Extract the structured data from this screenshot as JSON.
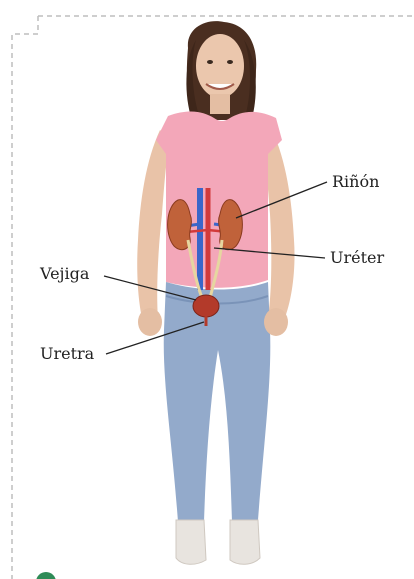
{
  "labels": {
    "kidney": "Riñón",
    "ureter": "Uréter",
    "bladder": "Vejiga",
    "urethra": "Uretra"
  },
  "colors": {
    "frame_dash": "#bdbdbd",
    "accent_dot": "#2e8b57",
    "shirt": "#f3a7b9",
    "jeans": "#8fa6c6",
    "kidney": "#c0623a",
    "bladder": "#b33a2a",
    "vein": "#3a66c9",
    "artery": "#d23a3a",
    "hair": "#4a2e20",
    "skin": "#e9c3a8"
  }
}
